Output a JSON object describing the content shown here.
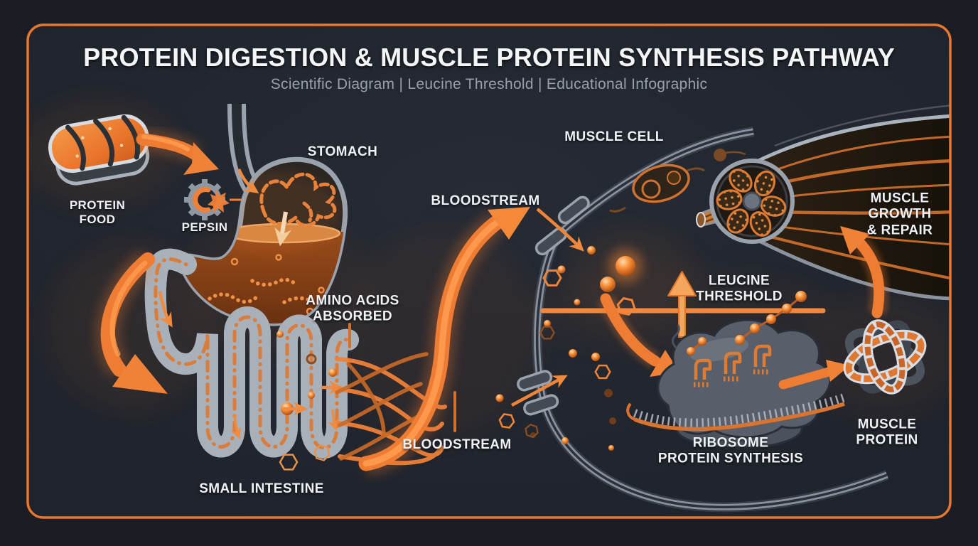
{
  "meta": {
    "type": "scientific-educational-infographic"
  },
  "header": {
    "title": "PROTEIN DIGESTION & MUSCLE PROTEIN SYNTHESIS PATHWAY",
    "subtitle": "Scientific Diagram | Leucine Threshold | Educational Infographic"
  },
  "labels": {
    "protein_food": {
      "lines": [
        "PROTEIN",
        "FOOD"
      ]
    },
    "pepsin": {
      "lines": [
        "PEPSIN"
      ]
    },
    "stomach": {
      "lines": [
        "STOMACH"
      ]
    },
    "amino_acids_absorbed": {
      "lines": [
        "AMINO ACIDS",
        "ABSORBED"
      ]
    },
    "bloodstream_top": {
      "lines": [
        "BLOODSTREAM"
      ]
    },
    "bloodstream_bottom": {
      "lines": [
        "BLOODSTREAM"
      ]
    },
    "small_intestine": {
      "lines": [
        "SMALL INTESTINE"
      ]
    },
    "muscle_cell": {
      "lines": [
        "MUSCLE CELL"
      ]
    },
    "leucine_threshold": {
      "lines": [
        "LEUCINE",
        "THRESHOLD"
      ]
    },
    "ribosome": {
      "lines": [
        "RIBOSOME",
        "PROTEIN SYNTHESIS"
      ]
    },
    "muscle_protein": {
      "lines": [
        "MUSCLE",
        "PROTEIN"
      ]
    },
    "muscle_growth_repair": {
      "lines": [
        "MUSCLE",
        "GROWTH",
        "& REPAIR"
      ]
    }
  },
  "colors": {
    "accent_orange": "#ee7c33",
    "bright_orange": "#ff9d52",
    "deep_orange": "#a04e16",
    "frame_border": "#e8762e",
    "background_outer": "#1a1d24",
    "background_inner": "#22262e",
    "membrane_gray": "#97a0ab",
    "ribosome_gray": "#575d68",
    "label_text": "#eef1f5",
    "subtitle_text": "#99a0ab"
  },
  "icons": [
    "steak-icon",
    "pepsin-gear-icon",
    "stomach-icon",
    "small-intestine-icon",
    "capillary-network-icon",
    "bloodstream-arrow-icon",
    "membrane-channel-icon",
    "amino-acid-sphere-icon",
    "leucine-hexagon-icon",
    "mitochondria-icon",
    "muscle-fiber-icon",
    "leucine-threshold-line",
    "ribosome-icon",
    "mrna-strand-icon",
    "trna-icon",
    "muscle-protein-knot-icon"
  ]
}
